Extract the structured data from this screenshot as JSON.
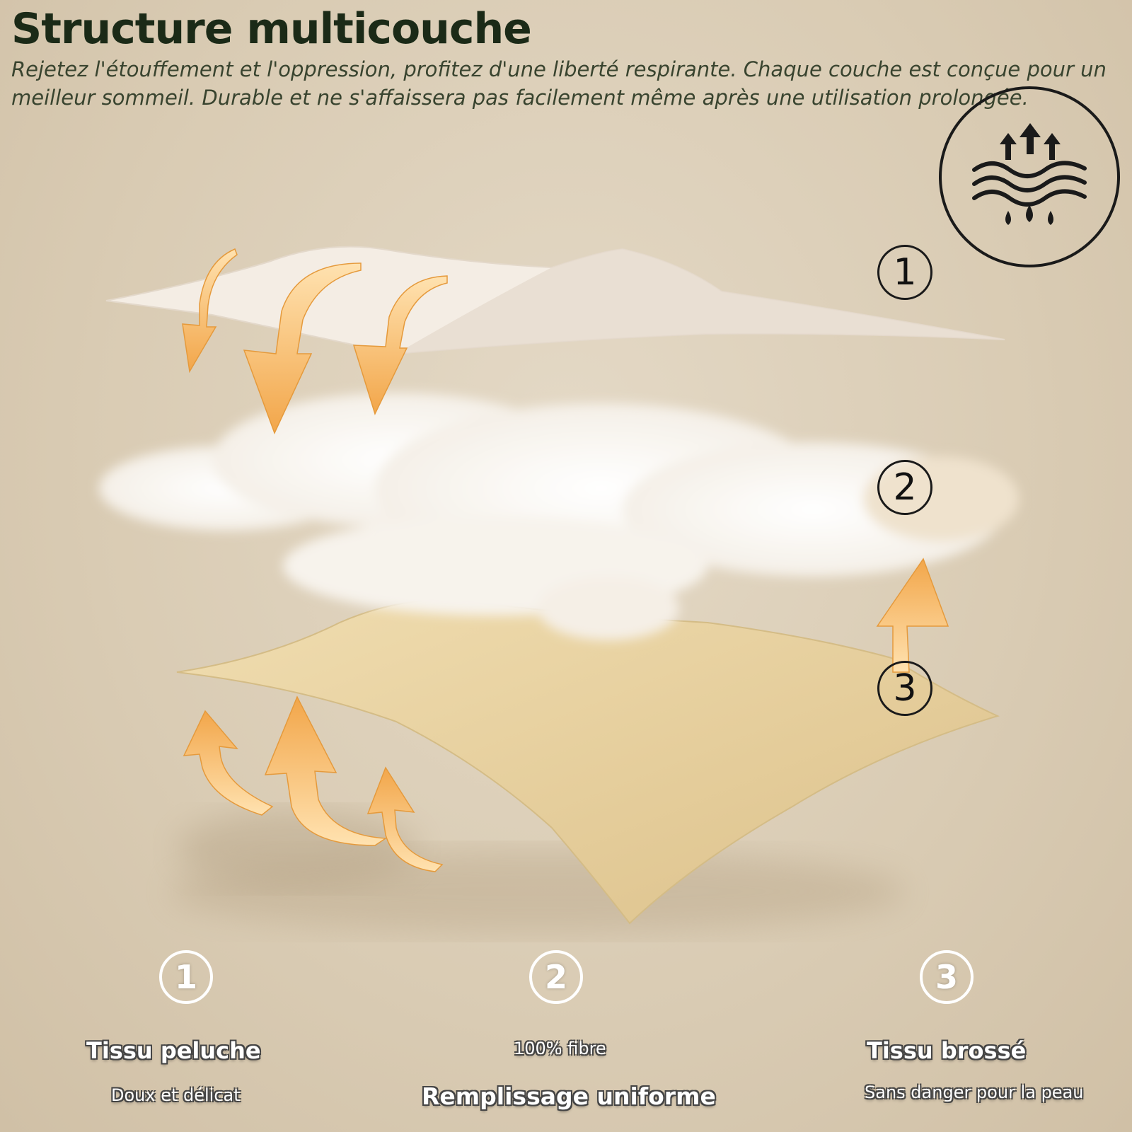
{
  "header": {
    "title": "Structure multicouche",
    "subtitle": "Rejetez l'étouffement et l'oppression, profitez d'une liberté respirante. Chaque couche est conçue pour un meilleur sommeil. Durable et ne s'affaissera pas facilement même après une utilisation prolongée."
  },
  "icon": {
    "name": "breathable-moisture-icon"
  },
  "layers": [
    {
      "number": "1"
    },
    {
      "number": "2"
    },
    {
      "number": "3"
    }
  ],
  "features": [
    {
      "number": "1",
      "title": "Tissu peluche",
      "subtitle": "Doux et délicat"
    },
    {
      "number": "2",
      "subtitle": "100% fibre",
      "title": "Remplissage uniforme"
    },
    {
      "number": "3",
      "title": "Tissu brossé",
      "subtitle": "Sans danger pour la peau"
    }
  ],
  "colors": {
    "background": "#dccfb9",
    "title": "#1b2a17",
    "arrow": "#f2ab4e",
    "top_layer": "#f3ece4",
    "bottom_layer": "#e8d3a0"
  }
}
